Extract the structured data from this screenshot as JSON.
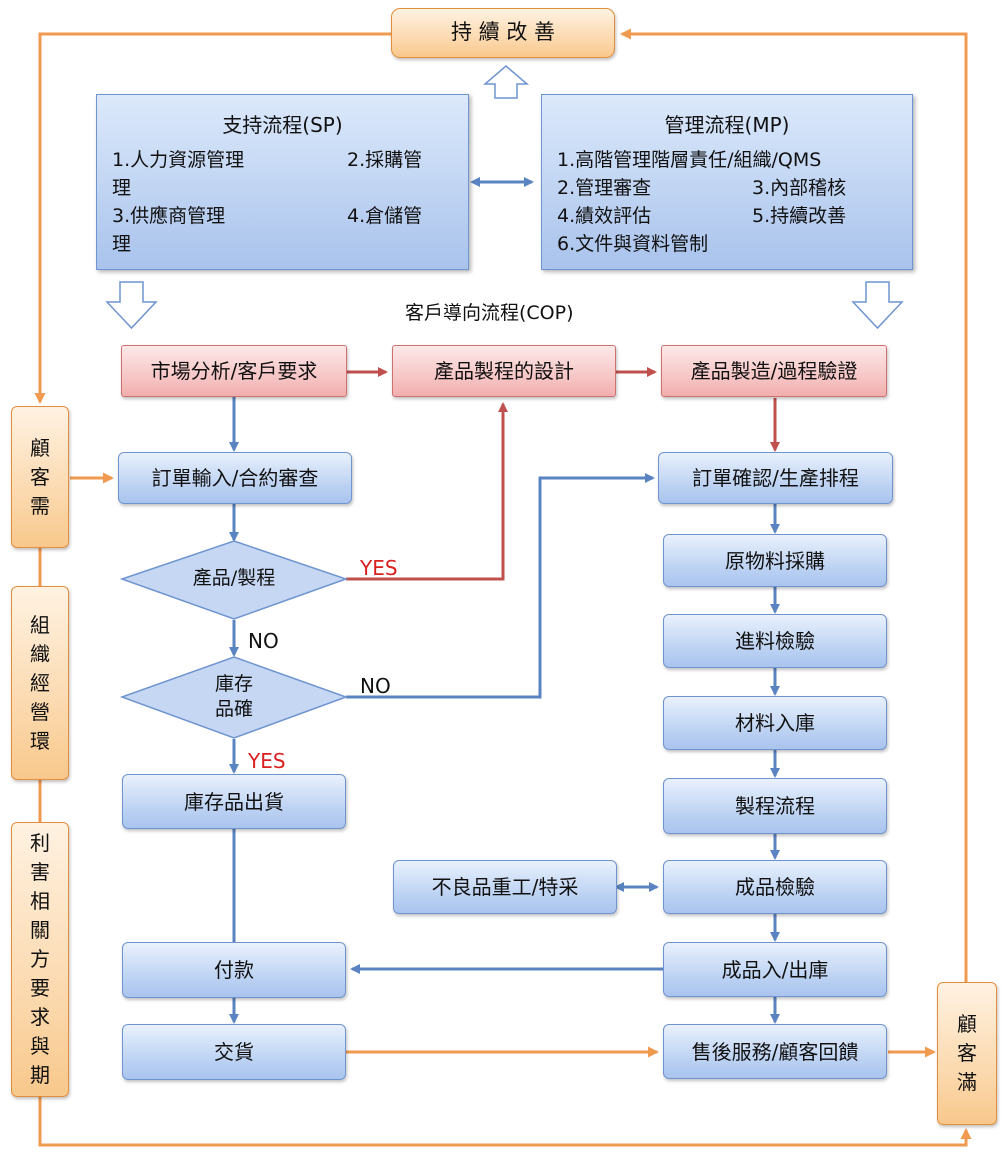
{
  "top": {
    "continuous_improvement": "持 續 改 善"
  },
  "support_panel": {
    "title": "支持流程(SP)",
    "line1a": "1.人力資源管理",
    "line1b": "2.採購管",
    "line2": "理",
    "line3a": "3.供應商管理",
    "line3b": "4.倉儲管",
    "line4": "理"
  },
  "management_panel": {
    "title": "管理流程(MP)",
    "line1": "1.高階管理階層責任/組織/QMS",
    "line2a": "2.管理審查",
    "line2b": "3.內部稽核",
    "line3a": "4.績效評估",
    "line3b": "5.持續改善",
    "line4": "6.文件與資料管制"
  },
  "cop_label": "客戶導向流程(COP)",
  "red_boxes": {
    "market": "市場分析/客戶要求",
    "design": "產品製程的設計",
    "manufacture": "產品製造/過程驗證"
  },
  "left_column": {
    "order_input": "訂單輸入/合約審查",
    "diamond_product": "產品/製程",
    "diamond_stock_line1": "庫存",
    "diamond_stock_line2": "品確",
    "stock_ship": "庫存品出貨",
    "payment": "付款",
    "delivery": "交貨"
  },
  "right_column": {
    "order_confirm": "訂單確認/生產排程",
    "purchase": "原物料採購",
    "incoming": "進料檢驗",
    "warehousing": "材料入庫",
    "process": "製程流程",
    "final_inspection": "成品檢驗",
    "stock_in_out": "成品入/出庫",
    "after_sales": "售後服務/顧客回饋",
    "rework": "不良品重工/特采"
  },
  "decision_labels": {
    "yes1": "YES",
    "no1": "NO",
    "no2": "NO",
    "yes2": "YES"
  },
  "side_boxes": {
    "customer_need": [
      "顧",
      "客",
      "需"
    ],
    "org_env": [
      "組",
      "織",
      "經",
      "營",
      "環"
    ],
    "stakeholder": [
      "利",
      "害",
      "相",
      "關",
      "方",
      "要",
      "求",
      "與",
      "期"
    ],
    "customer_sat": [
      "顧",
      "客",
      "滿"
    ]
  },
  "colors": {
    "blue_arrow": "#5a84c1",
    "red_arrow": "#c0504d",
    "orange_arrow": "#f09a50",
    "yes_text": "#d82020"
  }
}
